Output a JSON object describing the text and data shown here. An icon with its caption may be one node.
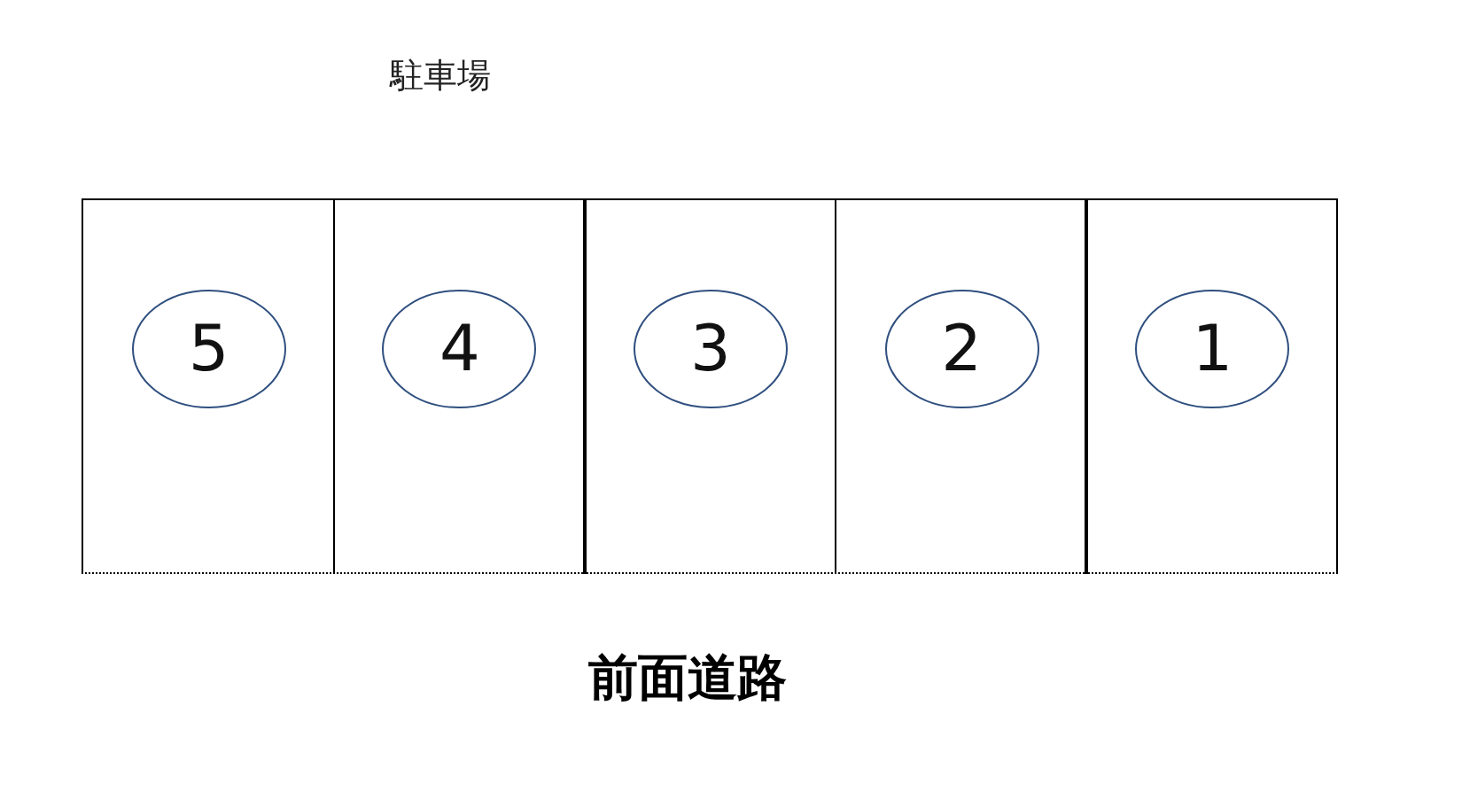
{
  "diagram": {
    "title": "駐車場",
    "nodes": [
      {
        "text": [],
        "shape": "box"
      },
      {
        "text": [
          "5"
        ],
        "in": 0
      },
      {
        "text": [],
        "shape": "box"
      },
      {
        "text": [
          "4"
        ],
        "in": 2
      },
      {
        "text": [],
        "shape": "box"
      },
      {
        "text": [
          "3"
        ],
        "in": 4
      },
      {
        "text": [],
        "shape": "box"
      },
      {
        "text": [
          "2"
        ],
        "in": 6
      },
      {
        "text": [],
        "shape": "box"
      },
      {
        "text": [
          "1"
        ],
        "in": 8
      }
    ],
    "labels": [
      "前面道路"
    ]
  }
}
